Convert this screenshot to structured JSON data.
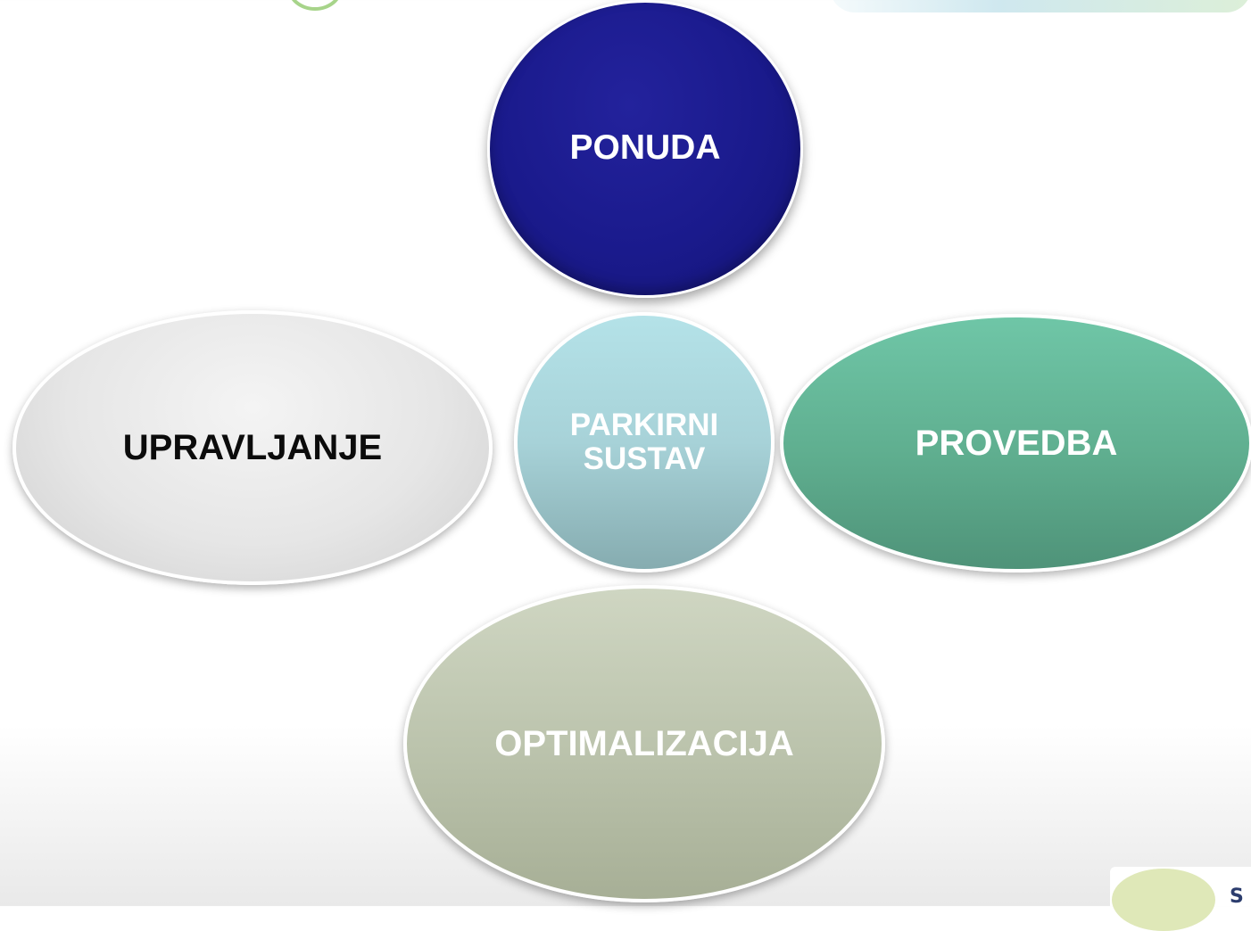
{
  "diagram": {
    "nodes": {
      "top": {
        "label": "PONUDA"
      },
      "centre": {
        "line1": "PARKIRNI",
        "line2": "SUSTAV"
      },
      "left": {
        "label": "UPRAVLJANJE"
      },
      "right": {
        "label": "PROVEDBA"
      },
      "bottom": {
        "label": "OPTIMALIZACIJA"
      }
    }
  },
  "logo": {
    "letter": "S"
  },
  "colors": {
    "top": "#1a1a8c",
    "centre": "#a7d2d8",
    "left": "#e6e6e6",
    "right": "#5fae8f",
    "bottom": "#bac2ab"
  }
}
